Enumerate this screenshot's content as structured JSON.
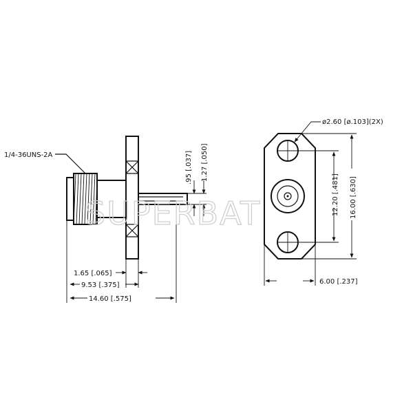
{
  "thread_callout": "1/4-36UNS-2A",
  "dimensions": {
    "flange_thickness": "1.65 [.065]",
    "body_to_flange": "9.53 [.375]",
    "overall_length": "14.60 [.575]",
    "pin_offset": ".95 [.037]",
    "pin_length": "1.27 [.050]",
    "hole_diameter": "ø2.60 [ø.103](2X)",
    "hole_spacing": "12.20 [.481]",
    "flange_height": "16.00 [.630]",
    "flange_width": "6.00 [.237]"
  },
  "watermark": "SUPERBAT"
}
